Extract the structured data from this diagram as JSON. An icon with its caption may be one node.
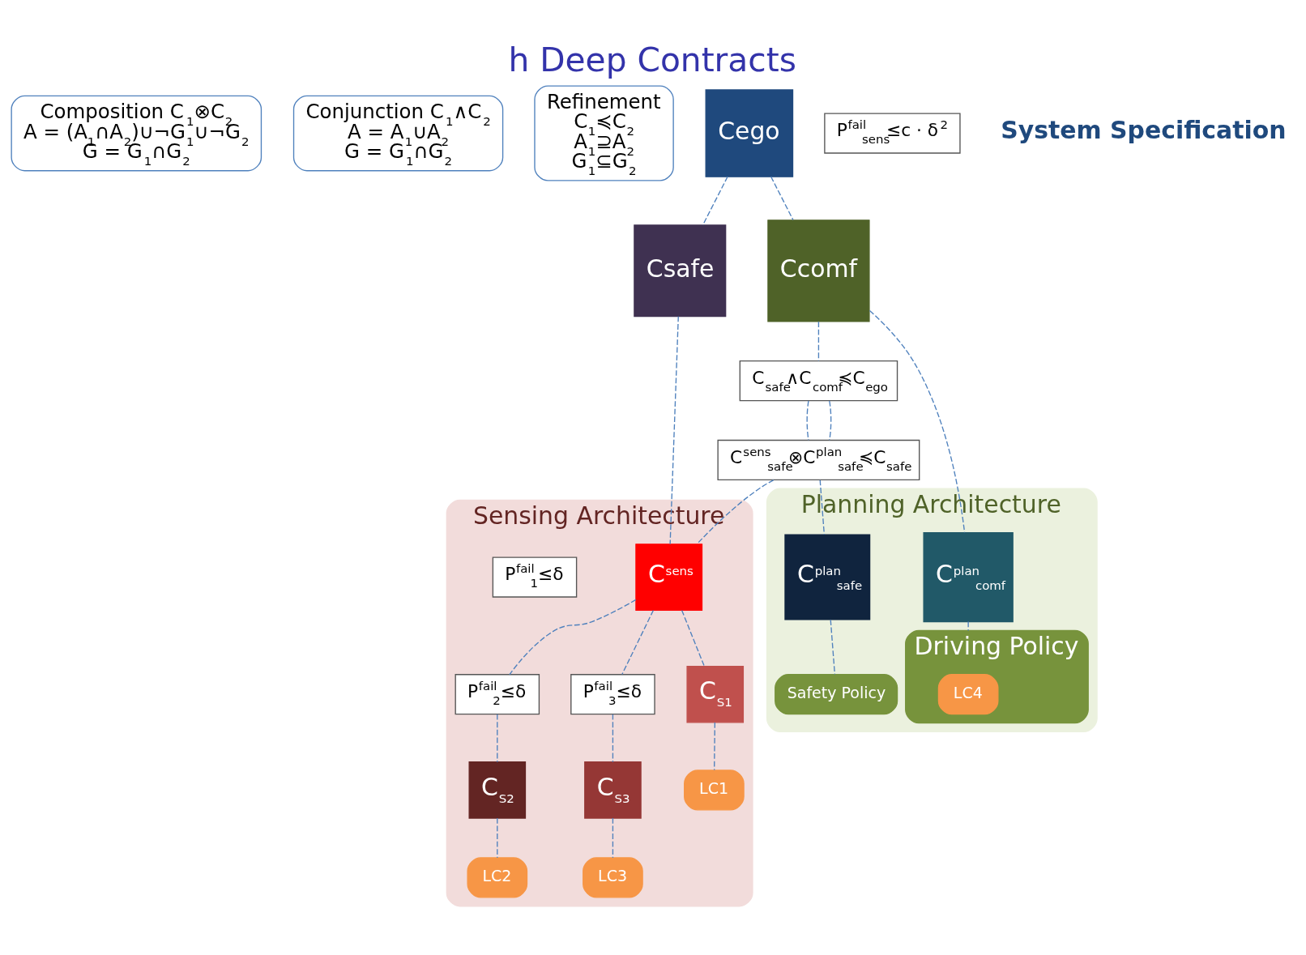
{
  "diagram": {
    "title": "h Deep Contracts",
    "nodes": [
      {
        "text": [
          "Composition C$_{1}$⊗C$_{2}$",
          "A = (A$_{1}$∩A$_{2}$)∪¬G$_{1}$∪¬G$_{2}$",
          "G = G$_{1}$∩G$_{2}$"
        ]
      },
      {
        "text": [
          "Conjunction C$_{1}$∧C$_{2}$",
          "A = A$_{1}$∪A$_{2}$",
          "G = G$_{1}$∩G$_{2}$"
        ]
      },
      {
        "text": [
          "Refinement",
          "C$_{1}$≼C$_{2}$",
          "A$_{1}$⊇A$_{2}$",
          "G$_{1}$⊆G$_{2}$"
        ]
      },
      {
        "text": [
          "Sensing Architecture"
        ]
      },
      {
        "text": [
          "Planning Architecture"
        ]
      },
      {
        "text": [
          "Cego"
        ]
      },
      {
        "text": [
          "Csafe"
        ]
      },
      {
        "text": [
          "Ccomf"
        ]
      },
      {
        "text": [
          "C$_{safe}$∧C$_{comf}$≼C$_{ego}$"
        ]
      },
      {
        "text": [
          "P$^{fail}$$_{sens}$≤c · δ$^{2}$"
        ]
      },
      {
        "text": [
          "C$^{sens}$$_{safe}$⊗C$^{plan}$$_{safe}$≼C$_{safe}$"
        ]
      },
      {
        "text": [
          "C$^{sens}$"
        ],
        "in": 3
      },
      {
        "text": [
          "P$^{fail}$$_{1}$≤δ"
        ],
        "in": 3
      },
      {
        "text": [
          "P$^{fail}$$_{2}$≤δ"
        ],
        "in": 3
      },
      {
        "text": [
          "P$^{fail}$$_{3}$≤δ"
        ],
        "in": 3
      },
      {
        "text": [
          "C$_{S1}$"
        ],
        "in": 3
      },
      {
        "text": [
          "C$_{S2}$"
        ],
        "in": 3
      },
      {
        "text": [
          "C$_{S3}$"
        ],
        "in": 3
      },
      {
        "text": [
          "LC1"
        ],
        "in": 3
      },
      {
        "text": [
          "LC2"
        ],
        "in": 3
      },
      {
        "text": [
          "LC3"
        ],
        "in": 3
      },
      {
        "text": [
          "C$^{plan}$$_{safe}$"
        ],
        "in": 4
      },
      {
        "text": [
          "C$^{plan}$$_{comf}$"
        ],
        "in": 4
      },
      {
        "text": [
          "Safety Policy"
        ],
        "in": 4
      },
      {
        "text": [
          "Driving Policy"
        ],
        "in": 4
      },
      {
        "text": [
          "LC4"
        ],
        "in": 24
      }
    ],
    "edges": [
      {
        "from": 5,
        "to": 6,
        "arrow": "none"
      },
      {
        "from": 5,
        "to": 7,
        "arrow": "none"
      },
      {
        "from": 7,
        "to": 8,
        "arrow": "none"
      },
      {
        "from": 8,
        "to": 10,
        "arrow": "none"
      },
      {
        "from": 8,
        "to": 10,
        "arrow": "none"
      },
      {
        "from": 6,
        "to": 11,
        "arrow": "none"
      },
      {
        "from": 10,
        "to": 11,
        "arrow": "none"
      },
      {
        "from": 10,
        "to": 21,
        "arrow": "none"
      },
      {
        "from": 7,
        "to": 22,
        "arrow": "none"
      },
      {
        "from": 11,
        "to": 15,
        "arrow": "none"
      },
      {
        "from": 11,
        "to": 13,
        "arrow": "none"
      },
      {
        "from": 13,
        "to": 16,
        "arrow": "none"
      },
      {
        "from": 11,
        "to": 14,
        "arrow": "none"
      },
      {
        "from": 14,
        "to": 17,
        "arrow": "none"
      },
      {
        "from": 15,
        "to": 18,
        "arrow": "none"
      },
      {
        "from": 16,
        "to": 19,
        "arrow": "none"
      },
      {
        "from": 17,
        "to": 20,
        "arrow": "none"
      },
      {
        "from": 21,
        "to": 23,
        "arrow": "none"
      },
      {
        "from": 22,
        "to": 24,
        "arrow": "none"
      }
    ],
    "labels": [
      "System Specification"
    ]
  }
}
